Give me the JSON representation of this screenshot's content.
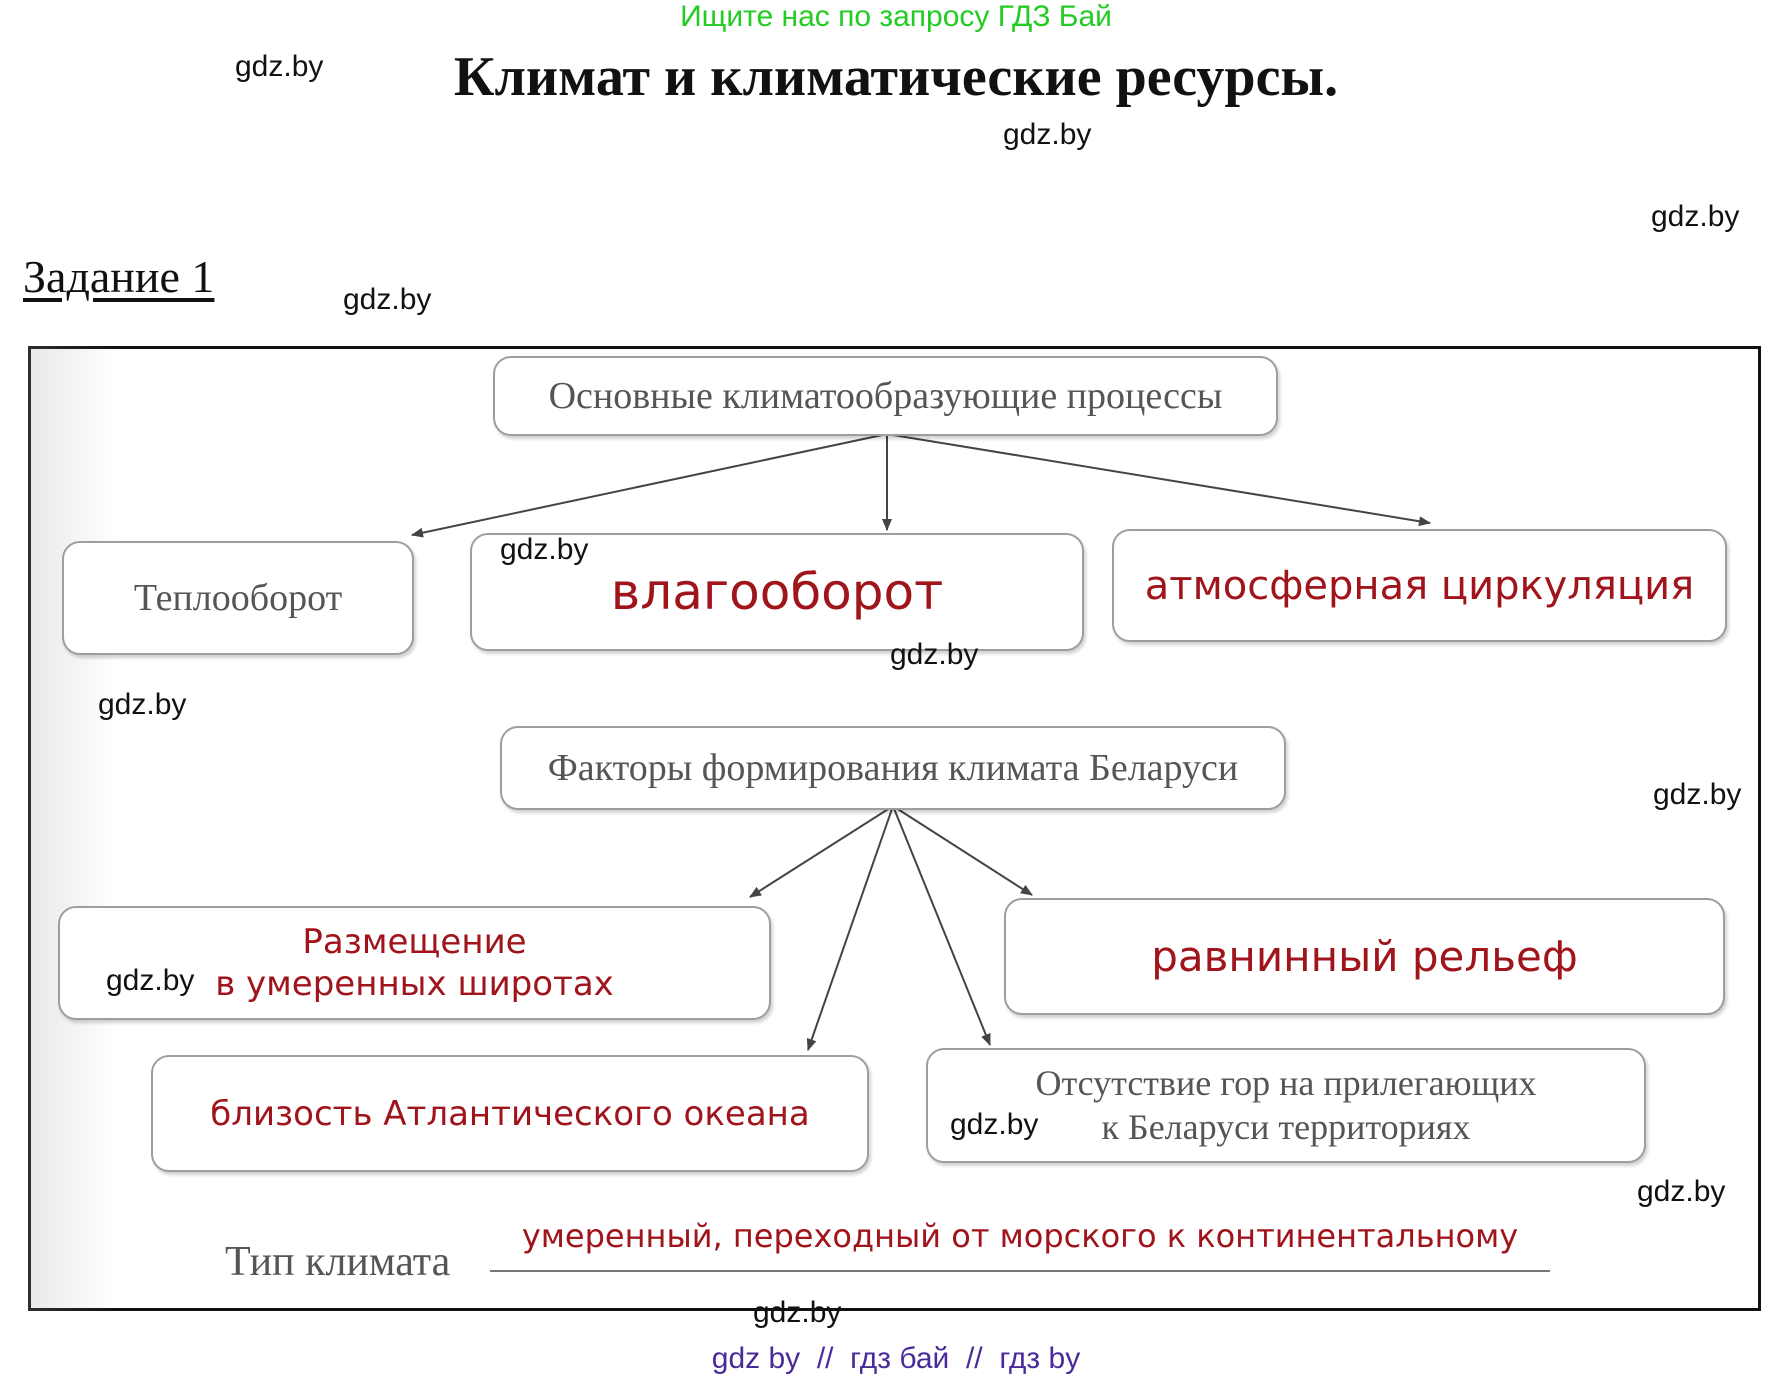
{
  "header": {
    "search_banner": "Ищите нас по запросу ГДЗ Бай",
    "title": "Климат и климатические ресурсы."
  },
  "task_label": "Задание 1",
  "watermark": "gdz.by",
  "diagram": {
    "processes_root": "Основные климатообразующие процессы",
    "processes": {
      "heat": "Теплооборот",
      "moisture": "влагооборот",
      "circulation": "атмосферная циркуляция"
    },
    "factors_root": "Факторы формирования климата Беларуси",
    "factors": {
      "latitude_line1": "Размещение",
      "latitude_line2": "в умеренных широтах",
      "relief": "равнинный рельеф",
      "atlantic": "близость Атлантического океана",
      "mountains_line1": "Отсутствие гор на прилегающих",
      "mountains_line2": "к Беларуси территориях"
    },
    "climate_type_label": "Тип климата",
    "climate_type_value": "умеренный, переходный от морского к континентальному"
  },
  "footer": "gdz by  //  гдз бай  //  гдз by",
  "colors": {
    "banner": "#22cc22",
    "answer_text": "#a0141c",
    "printed_text": "#555555",
    "footer": "#4b2a99"
  }
}
